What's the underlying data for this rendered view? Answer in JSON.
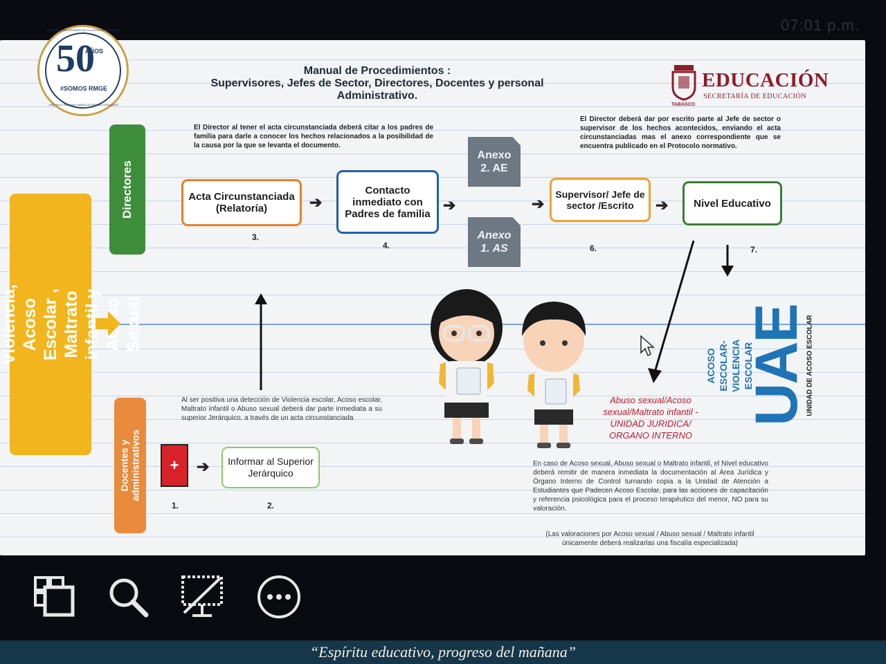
{
  "status_bar": {
    "time": "07:01 p.m."
  },
  "logo": {
    "number": "50",
    "anos": "AÑOS",
    "hashtag": "#SOMOS RMGE",
    "ring_top": "CINCUENTA ANIVERSARIO DE LA LICENCIATURA EN EDUCACIÓN PREESCOLAR",
    "ring_bottom": "ESCUELA \"ROSARIO MARÍA GUTIÉRREZ ESKILDSEN\""
  },
  "document": {
    "title_line1": "Manual de Procedimientos :",
    "title_line2": "Supervisores, Jefes de Sector, Directores, Docentes y personal",
    "title_line3": "Administrativo.",
    "brand": {
      "word": "EDUCACIÓN",
      "sub": "SECRETARÍA DE EDUCACIÓN",
      "state": "TABASCO"
    },
    "protocol_tab": "Protocolo de Violencia, Acoso Escolar , Maltrato infantil y Abuso Sexual",
    "directores_tab": "Directores",
    "docentes_tab": "Docentes y administrativos",
    "note_director_cite": "El Director al tener el acta circunstanciada deberá citar a los padres de familia para darle a conocer los hechos relacionados a la posibilidad de la causa por la que se levanta el documento.",
    "note_director_report": "El Director deberá dar por escrito parte al Jefe de sector o supervisor de los hechos acontecidos, enviando el acta circunstanciadas mas el anexo correspondiente que se encuentra publicado en el Protocolo normativo.",
    "note_deteccion": "Al ser positiva una detección de Violencia escolar, Acoso escolar, Maltrato infantil o Abuso sexual deberá dar parte inmediata a su superior Jerárquico, a través de un acta circunstanciada",
    "steps": {
      "acta": "Acta Circunstanciada (Relatoría)",
      "contacto": "Contacto inmediato con Padres de familia",
      "supervisor": "Supervisor/ Jefe de sector /Escrito",
      "nivel": "Nivel Educativo",
      "informar": "Informar al Superior Jerárquico"
    },
    "step_numbers": {
      "n1": "1.",
      "n2": "2.",
      "n3": "3.",
      "n4": "4.",
      "n6": "6.",
      "n7": "7."
    },
    "anexo_ae": {
      "line1": "Anexo",
      "line2": "2. AE"
    },
    "anexo_as": {
      "line1": "Anexo",
      "line2": "1. AS"
    },
    "abuso_label": "Abuso sexual/Acoso sexual/Maltrato infantil - UNIDAD JURIDICA/ ORGANO INTERNO",
    "acoso_vertical": "ACOSO ESCOLAR- VIOLENCIA ESCOLAR",
    "uae": {
      "letters": "UAE",
      "sub": "UNIDAD DE ACOSO ESCOLAR"
    },
    "note_acoso": "En caso de Acoso sexual, Abuso sexual o Maltrato infantil, el Nivel educativo deberá remitir de manera inmediata la documentación al Área Jurídica y Órgano Interno de Control turnando copia a la Unidad de Atención a Estudiantes que Padecen Acoso Escolar, para las acciones de capacitación y referencia psicológica para el proceso terapéutico del menor, NO para su valoración.",
    "note_valoraciones": "(Las valoraciones por Acoso sexual / Abuso sexual / Maltrato infantil únicamente deberá realizarlas una fiscalía especializada)"
  },
  "colors": {
    "orange": "#e87f2a",
    "blue": "#1f5fb0",
    "green": "#3a7d32",
    "directores_green": "#3e8d3a",
    "protocol_yellow": "#f2b51e",
    "docentes_orange": "#e98a3c",
    "red_text": "#c0182d",
    "uae_blue": "#1f74b6",
    "footer": "#16364a"
  },
  "taskbar": {
    "icons": [
      "windows-icon",
      "search-icon",
      "slideshow-icon",
      "more-icon"
    ]
  },
  "footer": {
    "motto": "“Espíritu educativo, progreso del mañana”"
  }
}
